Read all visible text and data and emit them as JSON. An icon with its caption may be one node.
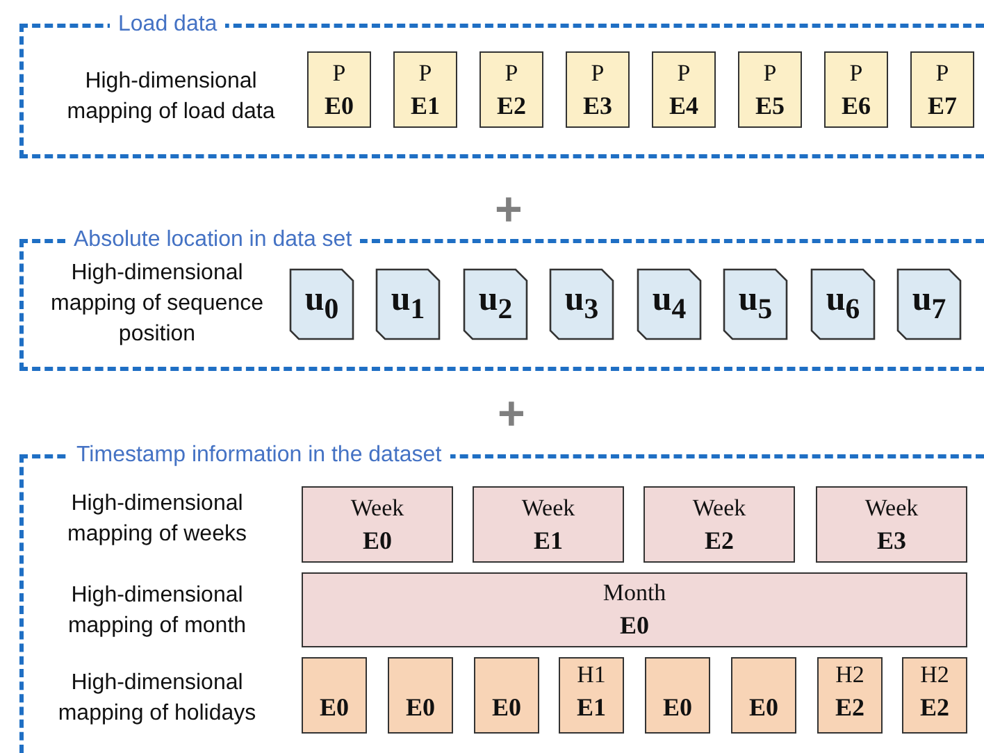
{
  "diagram": {
    "nodes": [
      {
        "text": [
          "Load data"
        ]
      },
      {
        "text": [
          "P",
          "E0"
        ],
        "in": 0
      },
      {
        "text": [
          "P",
          "E1"
        ],
        "in": 0
      },
      {
        "text": [
          "P",
          "E2"
        ],
        "in": 0
      },
      {
        "text": [
          "P",
          "E3"
        ],
        "in": 0
      },
      {
        "text": [
          "P",
          "E4"
        ],
        "in": 0
      },
      {
        "text": [
          "P",
          "E5"
        ],
        "in": 0
      },
      {
        "text": [
          "P",
          "E6"
        ],
        "in": 0
      },
      {
        "text": [
          "P",
          "E7"
        ],
        "in": 0
      },
      {
        "text": [
          "Absolute location in data set"
        ]
      },
      {
        "text": [
          "u$_{0}$"
        ],
        "in": 9
      },
      {
        "text": [
          "u$_{1}$"
        ],
        "in": 9
      },
      {
        "text": [
          "u$_{2}$"
        ],
        "in": 9
      },
      {
        "text": [
          "u$_{3}$"
        ],
        "in": 9
      },
      {
        "text": [
          "u$_{4}$"
        ],
        "in": 9
      },
      {
        "text": [
          "u$_{5}$"
        ],
        "in": 9
      },
      {
        "text": [
          "u$_{6}$"
        ],
        "in": 9
      },
      {
        "text": [
          "u$_{7}$"
        ],
        "in": 9
      },
      {
        "text": [
          "Timestamp information in the dataset"
        ]
      },
      {
        "text": [
          "Week",
          "E0"
        ],
        "in": 18
      },
      {
        "text": [
          "Week",
          "E1"
        ],
        "in": 18
      },
      {
        "text": [
          "Week",
          "E2"
        ],
        "in": 18
      },
      {
        "text": [
          "Week",
          "E3"
        ],
        "in": 18
      },
      {
        "text": [
          "Month",
          "E0"
        ],
        "in": 18
      },
      {
        "text": [
          "E0"
        ],
        "in": 18
      },
      {
        "text": [
          "E0"
        ],
        "in": 18
      },
      {
        "text": [
          "E0"
        ],
        "in": 18
      },
      {
        "text": [
          "H1",
          "E1"
        ],
        "in": 18
      },
      {
        "text": [
          "E0"
        ],
        "in": 18
      },
      {
        "text": [
          "E0"
        ],
        "in": 18
      },
      {
        "text": [
          "H2",
          "E2"
        ],
        "in": 18
      },
      {
        "text": [
          "H2",
          "E2"
        ],
        "in": 18
      }
    ],
    "labels": [
      "High-dimensional mapping of load data",
      "+",
      "High-dimensional mapping of sequence position",
      "+",
      "High-dimensional mapping of weeks",
      "High-dimensional mapping of month",
      "High-dimensional mapping of holidays"
    ]
  }
}
